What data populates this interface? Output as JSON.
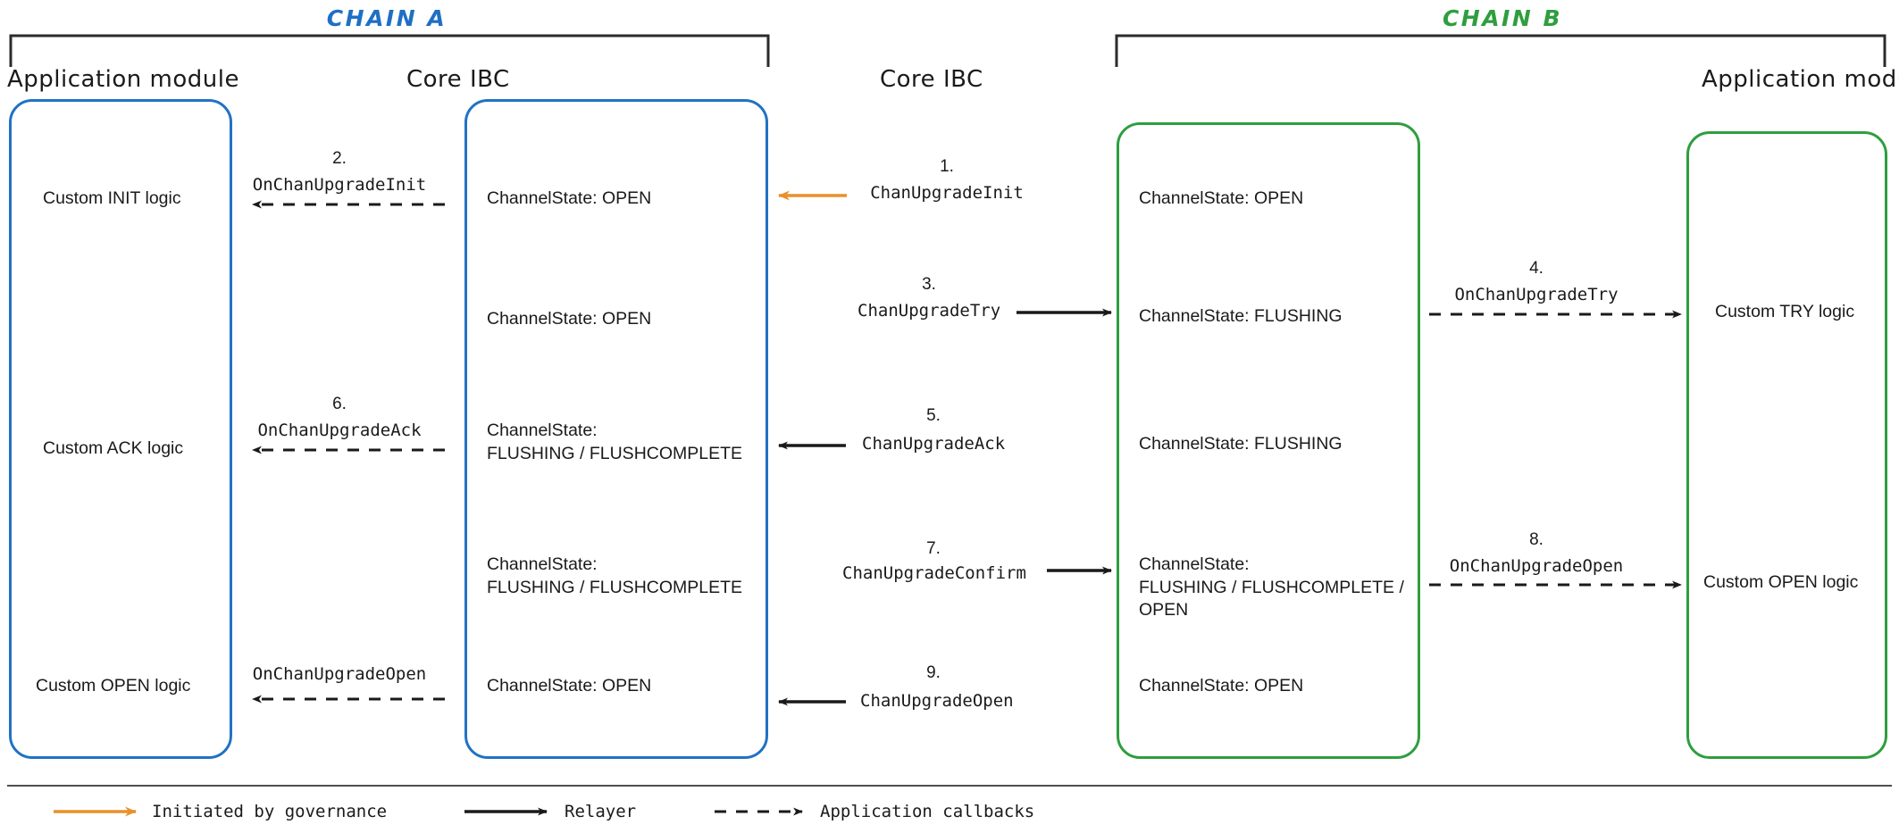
{
  "diagram": {
    "title_chain_a": "CHAIN A",
    "title_chain_b": "CHAIN B",
    "colors": {
      "chain_a": "#1f6fc4",
      "chain_b": "#2e9e3f",
      "governance": "#e8912a",
      "relayer": "#1a1a1a",
      "callback": "#1a1a1a"
    }
  },
  "columns": {
    "a_app": "Application module",
    "a_core": "Core IBC",
    "b_core": "Core IBC",
    "b_app": "Application module"
  },
  "chain_a": {
    "app_module": {
      "rows": [
        "Custom INIT logic",
        "Custom ACK logic",
        "Custom OPEN logic"
      ]
    },
    "core_ibc": {
      "rows": [
        "ChannelState: OPEN",
        "ChannelState: OPEN",
        "ChannelState:\nFLUSHING / FLUSHCOMPLETE",
        "ChannelState:\nFLUSHING / FLUSHCOMPLETE",
        "ChannelState: OPEN"
      ]
    }
  },
  "chain_b": {
    "core_ibc": {
      "rows": [
        "ChannelState: OPEN",
        "ChannelState: FLUSHING",
        "ChannelState: FLUSHING",
        "ChannelState:\nFLUSHING / FLUSHCOMPLETE /\nOPEN",
        "ChannelState: OPEN"
      ]
    },
    "app_module": {
      "rows": [
        "Custom TRY logic",
        "Custom OPEN logic"
      ]
    }
  },
  "steps": [
    {
      "num": "1.",
      "label": "ChanUpgradeInit",
      "kind": "governance",
      "direction": "left"
    },
    {
      "num": "2.",
      "label": "OnChanUpgradeInit",
      "kind": "callback",
      "direction": "left"
    },
    {
      "num": "3.",
      "label": "ChanUpgradeTry",
      "kind": "relayer",
      "direction": "right"
    },
    {
      "num": "4.",
      "label": "OnChanUpgradeTry",
      "kind": "callback",
      "direction": "right"
    },
    {
      "num": "5.",
      "label": "ChanUpgradeAck",
      "kind": "relayer",
      "direction": "left"
    },
    {
      "num": "6.",
      "label": "OnChanUpgradeAck",
      "kind": "callback",
      "direction": "left"
    },
    {
      "num": "7.",
      "label": "ChanUpgradeConfirm",
      "kind": "relayer",
      "direction": "right"
    },
    {
      "num": "8.",
      "label": "OnChanUpgradeOpen",
      "kind": "callback",
      "direction": "right"
    },
    {
      "num": "9.",
      "label": "ChanUpgradeOpen",
      "kind": "relayer",
      "direction": "left"
    },
    {
      "num": "",
      "label": "OnChanUpgradeOpen",
      "kind": "callback",
      "direction": "left"
    }
  ],
  "legend": {
    "items": [
      {
        "label": "Initiated by governance",
        "style": "solid-orange"
      },
      {
        "label": "Relayer",
        "style": "solid-black"
      },
      {
        "label": "Application callbacks",
        "style": "dashed-black"
      }
    ]
  }
}
